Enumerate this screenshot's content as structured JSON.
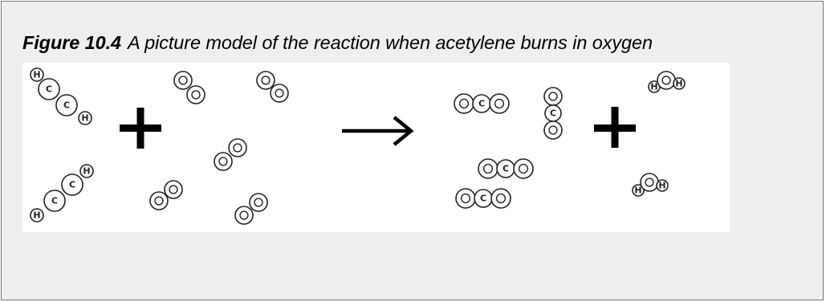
{
  "caption": {
    "figure_label": "Figure 10.4",
    "text": "A picture model of the reaction when acetylene burns in oxygen"
  },
  "diagram": {
    "plus_symbol": "+",
    "arrow_symbol": "→",
    "atom_labels": {
      "hydrogen": "H",
      "carbon": "C",
      "oxygen": "O"
    },
    "reactants": {
      "acetylene_molecules": 2,
      "oxygen_molecules": 5,
      "acetylene_atoms": [
        "H",
        "C",
        "C",
        "H"
      ],
      "oxygen_atoms": [
        "O",
        "O"
      ]
    },
    "products": {
      "carbon_dioxide_molecules": 4,
      "water_molecules": 2,
      "carbon_dioxide_atoms": [
        "O",
        "C",
        "O"
      ],
      "water_atoms": [
        "H",
        "O",
        "H"
      ]
    }
  }
}
